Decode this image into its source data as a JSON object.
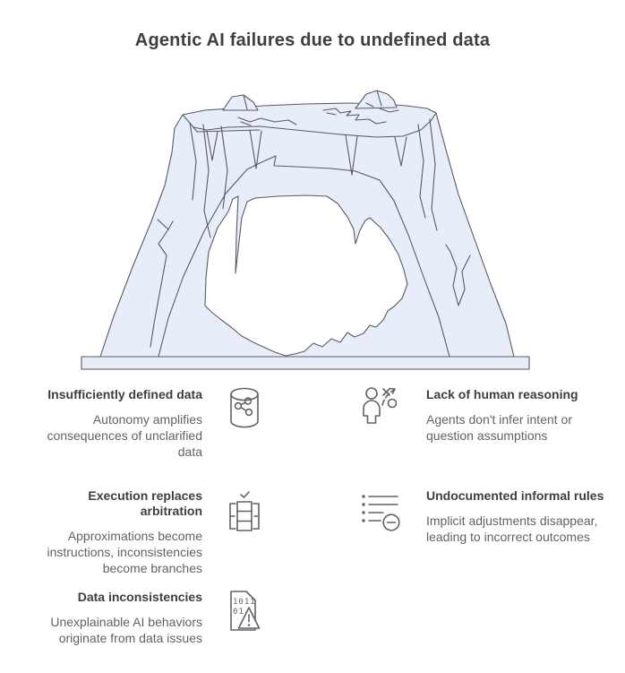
{
  "title": "Agentic AI failures due to undefined data",
  "illustration": {
    "name": "iceberg-with-arch-and-hole",
    "fill_color": "#E8EDFA",
    "stroke_color": "#5A5A64"
  },
  "colors": {
    "background": "#FFFFFF",
    "heading_text": "#3C4043",
    "item_title_text": "#3C4043",
    "item_description_text": "#5F6368",
    "icon_stroke": "#5F6368"
  },
  "items": [
    {
      "title": "Insufficiently defined data",
      "description": "Autonomy amplifies consequences of unclarified data",
      "icon": "database-share-icon",
      "column": "left"
    },
    {
      "title": "Lack of human reasoning",
      "description": "Agents don't infer intent or question assumptions",
      "icon": "person-strategy-icon",
      "column": "right"
    },
    {
      "title": "Execution replaces arbitration",
      "description": "Approximations become instructions, inconsistencies become branches",
      "icon": "table-check-icon",
      "column": "left"
    },
    {
      "title": "Undocumented informal rules",
      "description": "Implicit adjustments disappear, leading to incorrect outcomes",
      "icon": "list-dash-minus-icon",
      "column": "right"
    },
    {
      "title": "Data inconsistencies",
      "description": "Unexplainable AI behaviors originate from data issues",
      "icon": "binary-document-warning-icon",
      "binary_line1": "1011",
      "binary_line2": "01"
    }
  ]
}
